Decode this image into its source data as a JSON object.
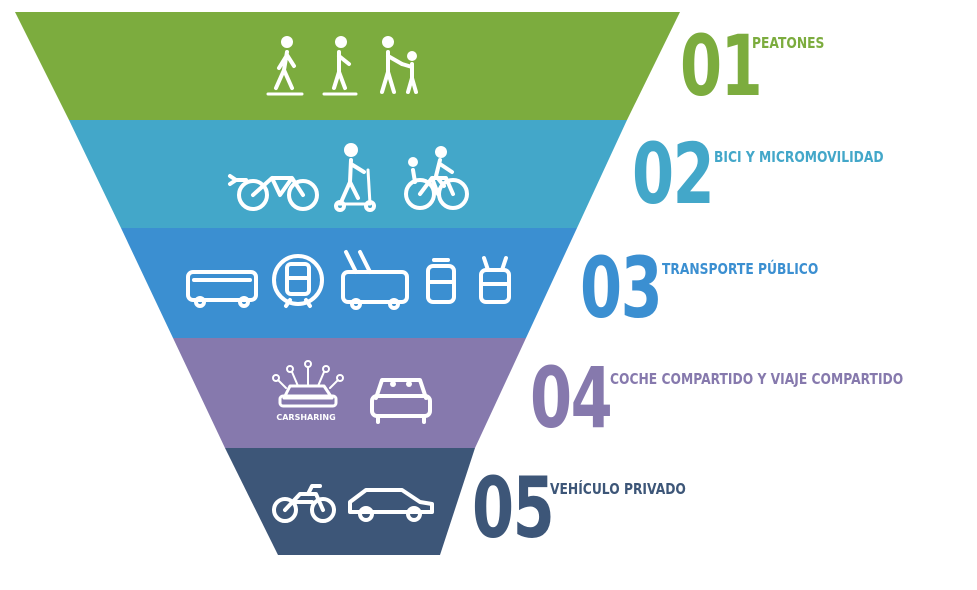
{
  "tiers": [
    {
      "number": "01",
      "label": "PEATONES",
      "color": "#7cac3e",
      "icons": [
        "walking-person-icon",
        "scooter-kick-icon",
        "adult-child-walking-icon"
      ]
    },
    {
      "number": "02",
      "label": "BICI Y MICROMOVILIDAD",
      "color": "#43a7c9",
      "icons": [
        "electric-bike-icon",
        "kick-scooter-rider-icon",
        "family-bicycle-icon"
      ]
    },
    {
      "number": "03",
      "label": "TRANSPORTE PÚBLICO",
      "color": "#3b8fd1",
      "icons": [
        "bus-icon",
        "metro-icon",
        "trolleybus-icon",
        "tram-icon",
        "trolleybus-front-icon"
      ]
    },
    {
      "number": "04",
      "label": "COCHE COMPARTIDO Y VIAJE COMPARTIDO",
      "color": "#8679ad",
      "icons": [
        "carsharing-icon",
        "shared-car-front-icon"
      ],
      "icon_text": "CARSHARING"
    },
    {
      "number": "05",
      "label": "VEHÍCULO PRIVADO",
      "color": "#3d5678",
      "icons": [
        "motorcycle-icon",
        "car-icon"
      ]
    }
  ]
}
